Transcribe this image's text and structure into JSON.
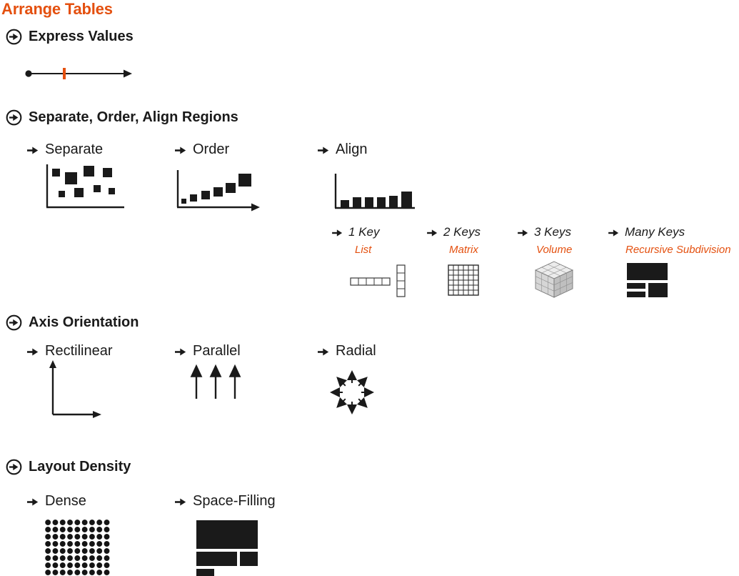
{
  "title": "Arrange Tables",
  "colors": {
    "accent": "#e4500f",
    "ink": "#1a1a1a",
    "background": "#ffffff"
  },
  "icons": {
    "section_bullet": "circle-arrow-right-icon",
    "item_bullet": "arrow-right-icon",
    "express_values": "dot-line-arrow-with-orange-tick",
    "separate": "scattered-squares-on-axes",
    "order": "ascending-squares-on-axis",
    "align": "baseline-aligned-bars",
    "one_key": "cell-list-strips",
    "two_keys": "cell-matrix-grid",
    "three_keys": "gridded-cube",
    "many_keys": "small-treemap",
    "rectilinear": "xy-axis-arrows",
    "parallel": "three-upward-arrows",
    "radial": "radiating-arrows",
    "dense": "dot-matrix",
    "space_filling": "large-treemap-blocks"
  },
  "sections": {
    "express": {
      "label": "Express Values"
    },
    "regions": {
      "label": "Separate, Order, Align Regions",
      "items": {
        "separate": "Separate",
        "order": "Order",
        "align": "Align"
      },
      "keys": {
        "one": {
          "label": "1 Key",
          "sub": "List"
        },
        "two": {
          "label": "2 Keys",
          "sub": "Matrix"
        },
        "three": {
          "label": "3 Keys",
          "sub": "Volume"
        },
        "many": {
          "label": "Many Keys",
          "sub": "Recursive Subdivision"
        }
      }
    },
    "axis": {
      "label": "Axis Orientation",
      "items": {
        "rectilinear": "Rectilinear",
        "parallel": "Parallel",
        "radial": "Radial"
      }
    },
    "density": {
      "label": "Layout Density",
      "items": {
        "dense": "Dense",
        "space_filling": "Space-Filling"
      }
    }
  }
}
